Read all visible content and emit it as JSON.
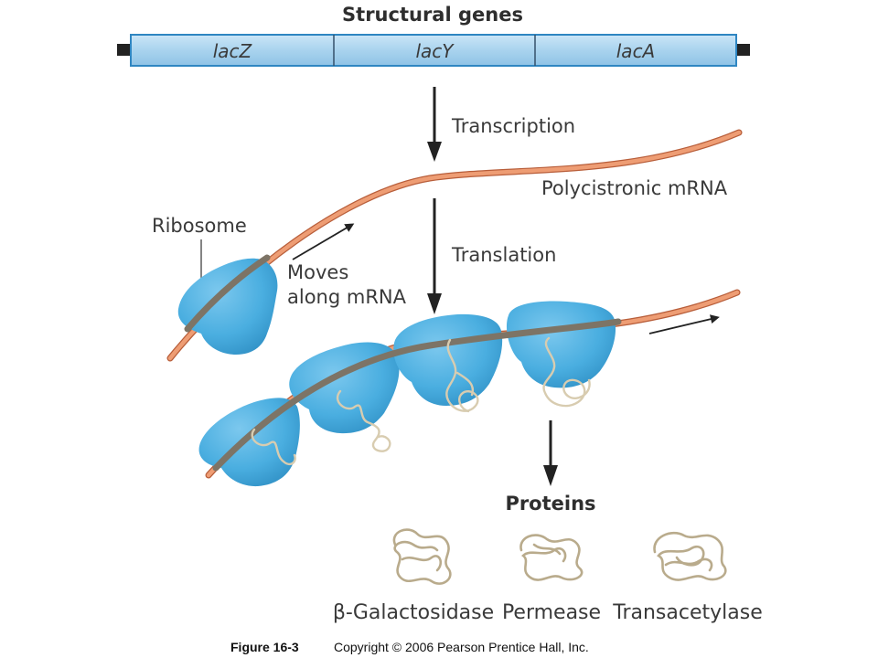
{
  "title": "Structural genes",
  "genes": [
    "lacZ",
    "lacY",
    "lacA"
  ],
  "labels": {
    "transcription": "Transcription",
    "mrna": "Polycistronic mRNA",
    "ribosome": "Ribosome",
    "moves_line1": "Moves",
    "moves_line2": "along mRNA",
    "translation": "Translation",
    "proteins": "Proteins"
  },
  "protein_names": [
    "β-Galactosidase",
    "Permease",
    "Transacetylase"
  ],
  "caption": {
    "figure": "Figure 16-3",
    "copyright": "Copyright © 2006 Pearson Prentice Hall, Inc."
  },
  "colors": {
    "dna_fill": "#a9d3ee",
    "dna_border": "#2f86c2",
    "mrna": "#e8875e",
    "ribosome": "#4aaee0",
    "protein": "#d8ccb0",
    "arrow": "#222222"
  }
}
